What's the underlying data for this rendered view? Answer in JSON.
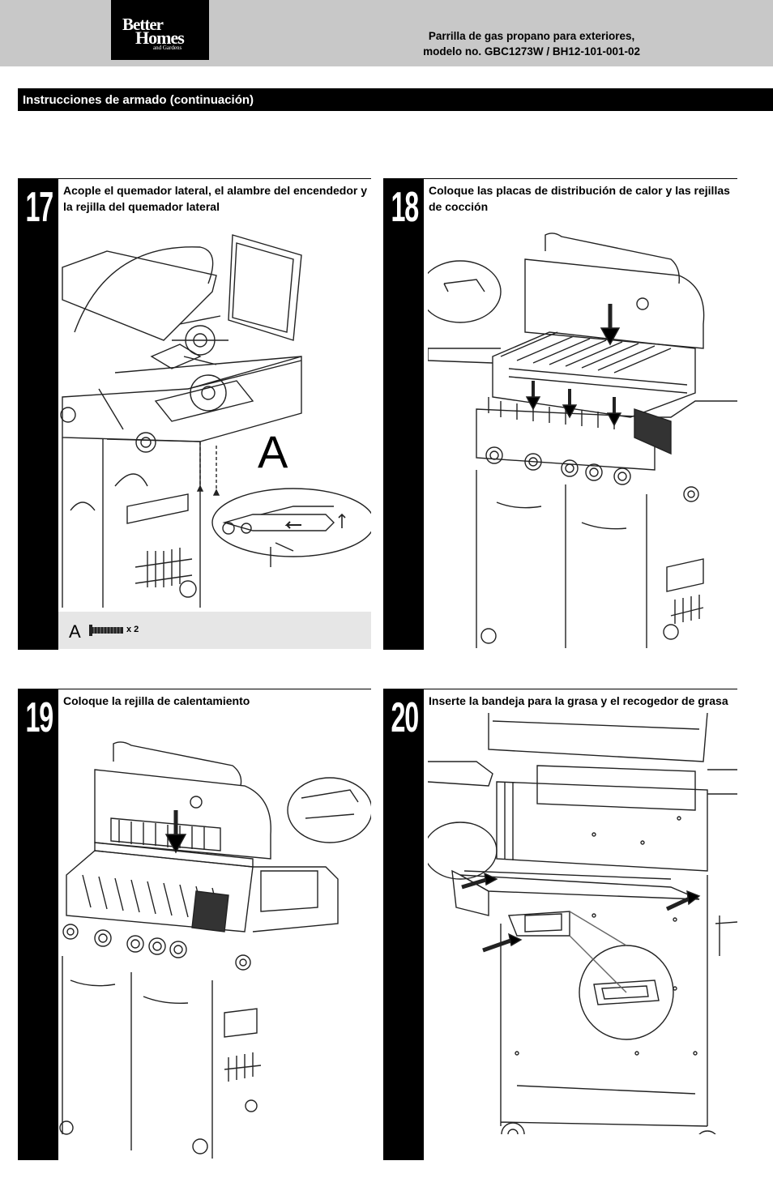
{
  "header": {
    "brand_line1": "Better",
    "brand_line2": "Homes",
    "brand_line3": "and Gardens",
    "doc_title_line1": "Parrilla de gas propano para exteriores,",
    "doc_title_line2": "modelo no. GBC1273W / BH12-101-001-02"
  },
  "section": {
    "title": "Instrucciones de armado (continuación)"
  },
  "steps": [
    {
      "number": "17",
      "caption": "Acople el quemador lateral, el alambre del encendedor y la rejilla del quemador lateral",
      "callout": "A",
      "parts": {
        "label": "A",
        "qty": "x 2"
      }
    },
    {
      "number": "18",
      "caption": "Coloque las placas de distribución de calor y las rejillas de cocción"
    },
    {
      "number": "19",
      "caption": "Coloque la rejilla de calentamiento"
    },
    {
      "number": "20",
      "caption": "Inserte la bandeja para la grasa y el recogedor de grasa"
    }
  ],
  "colors": {
    "header_bg": "#c8c8c8",
    "bar_bg": "#000000",
    "parts_bg": "#e6e6e6"
  },
  "icons": [
    "grill-illustration",
    "down-arrow-icon",
    "screw-icon",
    "magnifier-callout"
  ]
}
